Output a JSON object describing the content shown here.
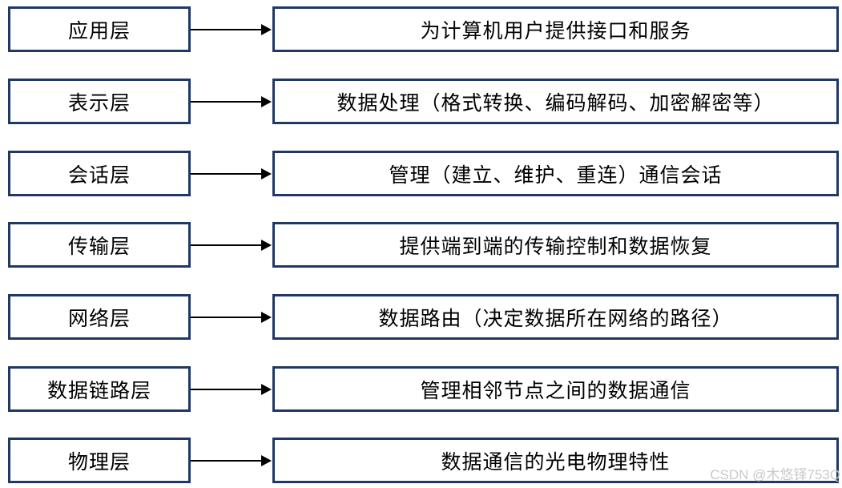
{
  "diagram": {
    "title_semantic": "OSI seven-layer model with layer functions",
    "border_color": "#1f3864",
    "arrow_color": "#000000",
    "rows": [
      {
        "layer": "应用层",
        "description": "为计算机用户提供接口和服务"
      },
      {
        "layer": "表示层",
        "description": "数据处理（格式转换、编码解码、加密解密等）"
      },
      {
        "layer": "会话层",
        "description": "管理（建立、维护、重连）通信会话"
      },
      {
        "layer": "传输层",
        "description": "提供端到端的传输控制和数据恢复"
      },
      {
        "layer": "网络层",
        "description": "数据路由（决定数据所在网络的路径）"
      },
      {
        "layer": "数据链路层",
        "description": "管理相邻节点之间的数据通信"
      },
      {
        "layer": "物理层",
        "description": "数据通信的光电物理特性"
      }
    ]
  },
  "watermark": {
    "text": "CSDN @木悠铎753Q",
    "color": "#c9c9c9"
  }
}
